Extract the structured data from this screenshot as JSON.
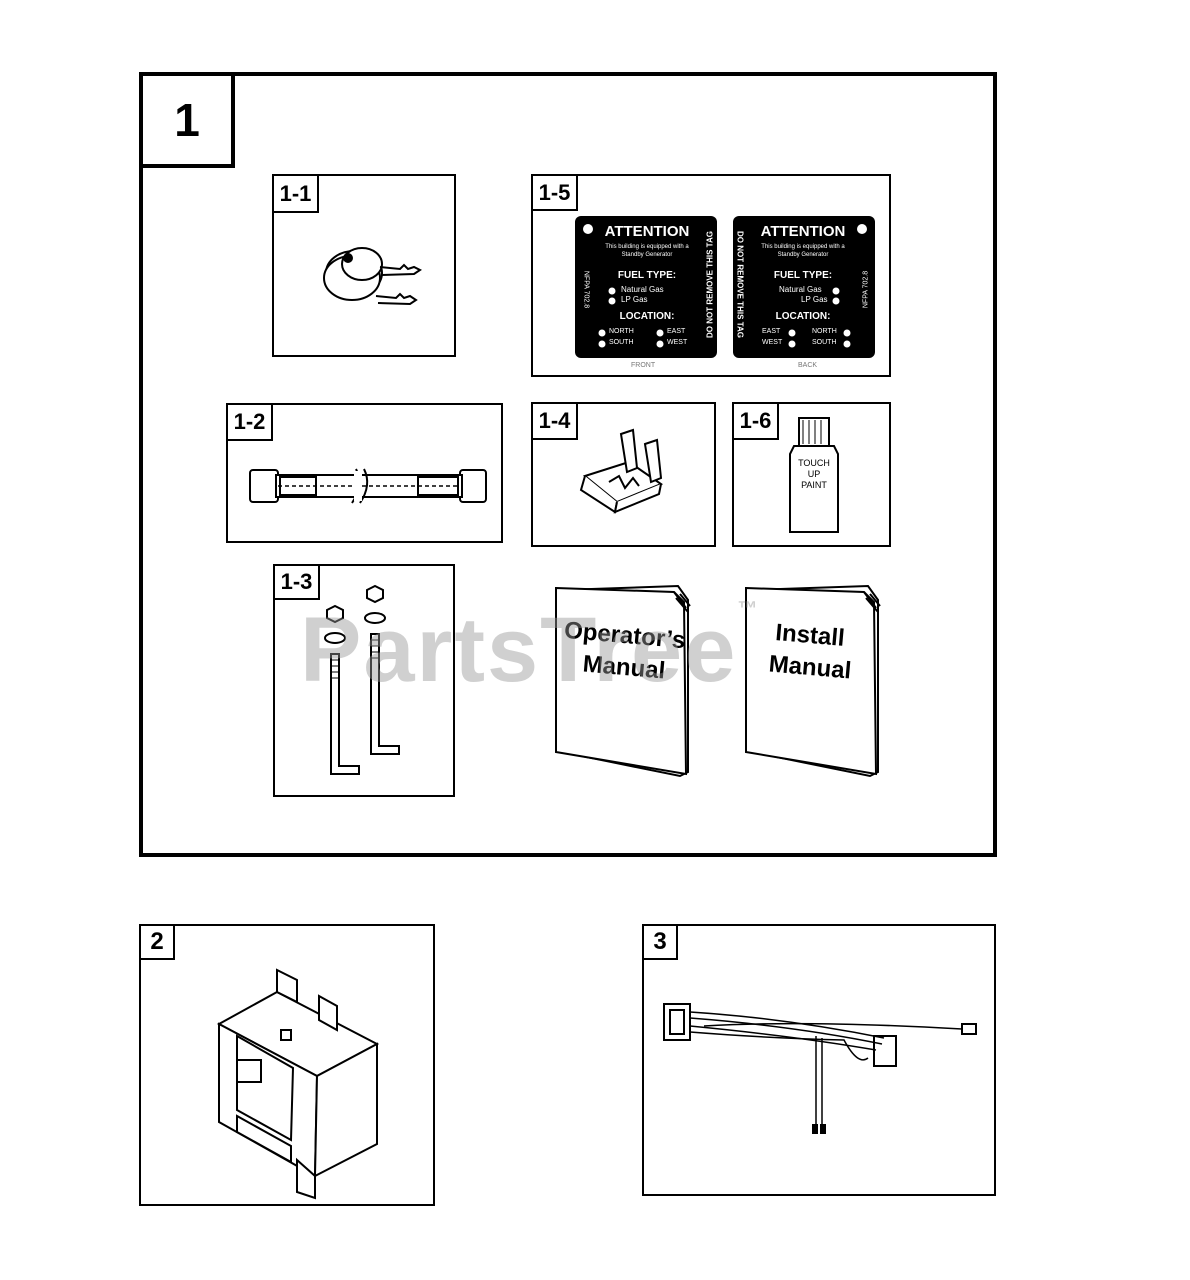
{
  "main_section": {
    "label": "1"
  },
  "items": [
    {
      "id": "item-1-1",
      "label": "1-1",
      "icon": "keys-icon"
    },
    {
      "id": "item-1-2",
      "label": "1-2",
      "icon": "hose-icon"
    },
    {
      "id": "item-1-3",
      "label": "1-3",
      "icon": "anchor-bolts-icon"
    },
    {
      "id": "item-1-4",
      "label": "1-4",
      "icon": "fuse-icon"
    },
    {
      "id": "item-1-5",
      "label": "1-5",
      "icon": "attention-tag-icon"
    },
    {
      "id": "item-1-6",
      "label": "1-6",
      "icon": "touch-up-paint-icon"
    }
  ],
  "attention_tag": {
    "title": "ATTENTION",
    "subtitle_line1": "This building is equipped with a",
    "subtitle_line2": "Standby Generator",
    "fuel_type_label": "FUEL TYPE:",
    "fuel_options": [
      "Natural Gas",
      "LP Gas"
    ],
    "location_label": "LOCATION:",
    "front_locations": [
      "NORTH",
      "EAST",
      "SOUTH",
      "WEST"
    ],
    "back_locations": [
      "EAST",
      "NORTH",
      "WEST",
      "SOUTH"
    ],
    "side_text": "DO NOT REMOVE THIS TAG",
    "standard_text": "NFPA 702.8",
    "front_caption": "FRONT",
    "back_caption": "BACK"
  },
  "paint": {
    "line1": "TOUCH",
    "line2": "UP",
    "line3": "PAINT"
  },
  "manuals": {
    "operators": {
      "line1": "Operator’s",
      "line2": "Manual"
    },
    "install": {
      "line1": "Install",
      "line2": "Manual"
    }
  },
  "section_2": {
    "label": "2",
    "icon": "breaker-module-icon"
  },
  "section_3": {
    "label": "3",
    "icon": "wire-harness-icon"
  },
  "watermark": {
    "text": "PartsTree",
    "mark": "™"
  }
}
